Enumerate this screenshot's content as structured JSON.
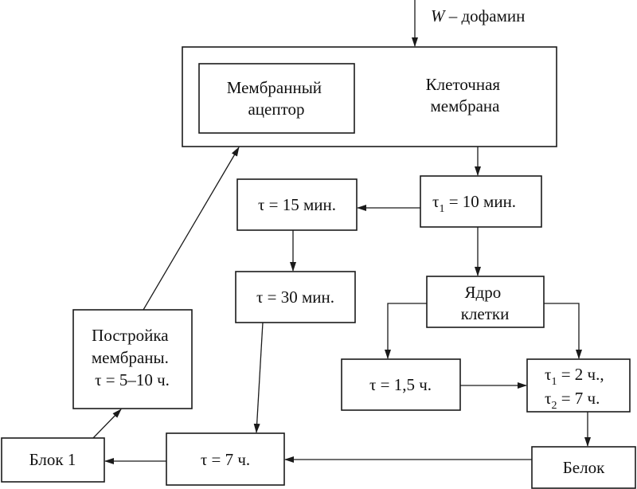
{
  "input": {
    "symbol": "W",
    "label": " – дофамин"
  },
  "cell_membrane": {
    "line1": "Клеточная",
    "line2": "мембрана"
  },
  "membrane_acceptor": {
    "line1": "Мембранный",
    "line2": "ацептор"
  },
  "tau": "τ",
  "tau1": {
    "base": "τ",
    "sub": "1",
    "rest": " = 10 мин."
  },
  "tau15": "τ = 15 мин.",
  "tau30": "τ = 30 мин.",
  "nucleus": {
    "line1": "Ядро",
    "line2": "клетки"
  },
  "tau1_5": "τ = 1,5 ч.",
  "tau_pair": {
    "l1_base": "τ",
    "l1_sub": "1",
    "l1_rest": " = 2 ч.,",
    "l2_base": "τ",
    "l2_sub": "2",
    "l2_rest": " = 7 ч."
  },
  "protein": "Белок",
  "tau7": "τ = 7 ч.",
  "block1": "Блок 1",
  "membrane_build": {
    "line1": "Постройка",
    "line2": "мембраны.",
    "line3": "τ = 5–10 ч."
  }
}
